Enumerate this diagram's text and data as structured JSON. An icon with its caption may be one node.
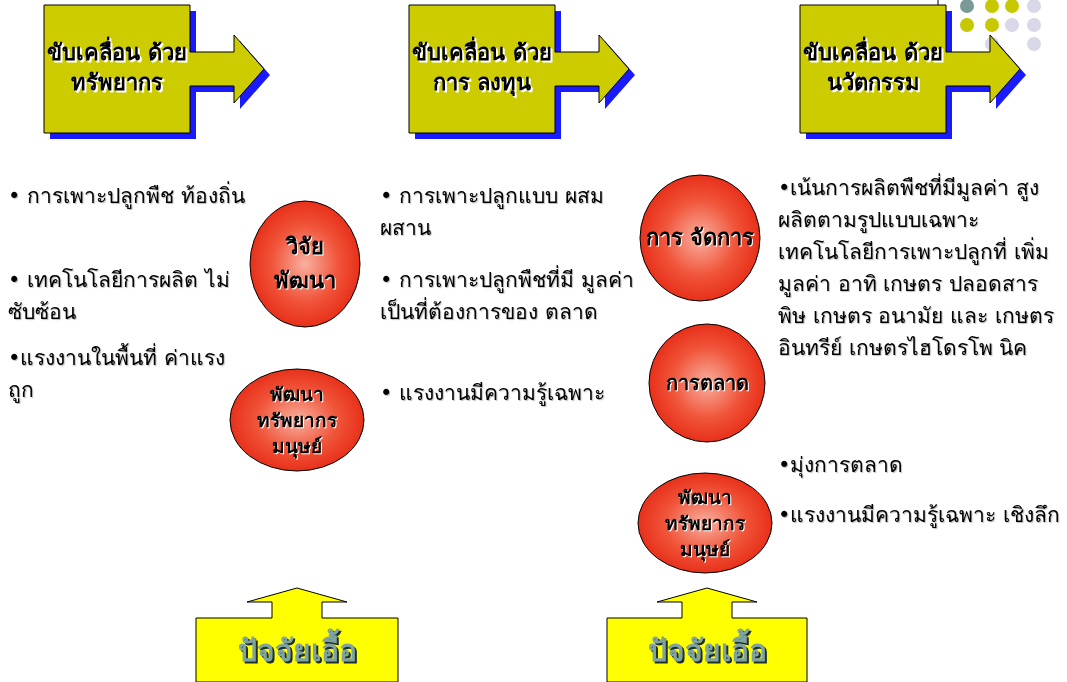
{
  "diagram": {
    "nodes": [
      {
        "text": [
          "ขับเคลื่อน ด้วย ทรัพยากร"
        ]
      },
      {
        "text": [
          "ขับเคลื่อน ด้วยการ ลงทุน"
        ]
      },
      {
        "text": [
          "ขับเคลื่อน ด้วย นวัตกรรม"
        ]
      },
      {
        "text": [
          "วิจัย พัฒนา"
        ]
      },
      {
        "text": [
          "พัฒนา ทรัพยากร มนุษย์"
        ]
      },
      {
        "text": [
          "การ จัดการ"
        ]
      },
      {
        "text": [
          "การตลาด"
        ]
      },
      {
        "text": [
          "พัฒนา ทรัพยากร มนุษย์"
        ]
      },
      {
        "text": [
          "ปัจจัยเอื้อ"
        ]
      },
      {
        "text": [
          "ปัจจัยเอื้อ"
        ]
      }
    ],
    "labels": [
      "• การเพาะปลูกพืช ท้องถิ่น",
      "• เทคโนโลยีการผลิต ไม่ซับซ้อน",
      "•แรงงานในพื้นที่ ค่าแรงถูก",
      "• การเพาะปลูกแบบ ผสมผสาน",
      "• การเพาะปลูกพืชที่มี มูลค่าเป็นที่ต้องการของ ตลาด",
      "• แรงงานมีความรู้เฉพาะ",
      "•เน้นการผลิตพืชที่มีมูลค่า สูง ผลิตตามรูปแบบเฉพาะ เทคโนโลยีการเพาะปลูกที่ เพิ่มมูลค่า อาทิ เกษตร ปลอดสารพิษ เกษตร อนามัย และ เกษตร อินทรีย์ เกษตรไฮโดรโพ นิค",
      "•มุ่งการตลาด",
      "•แรงงานมีความรู้เฉพาะ เชิงลึก"
    ]
  }
}
